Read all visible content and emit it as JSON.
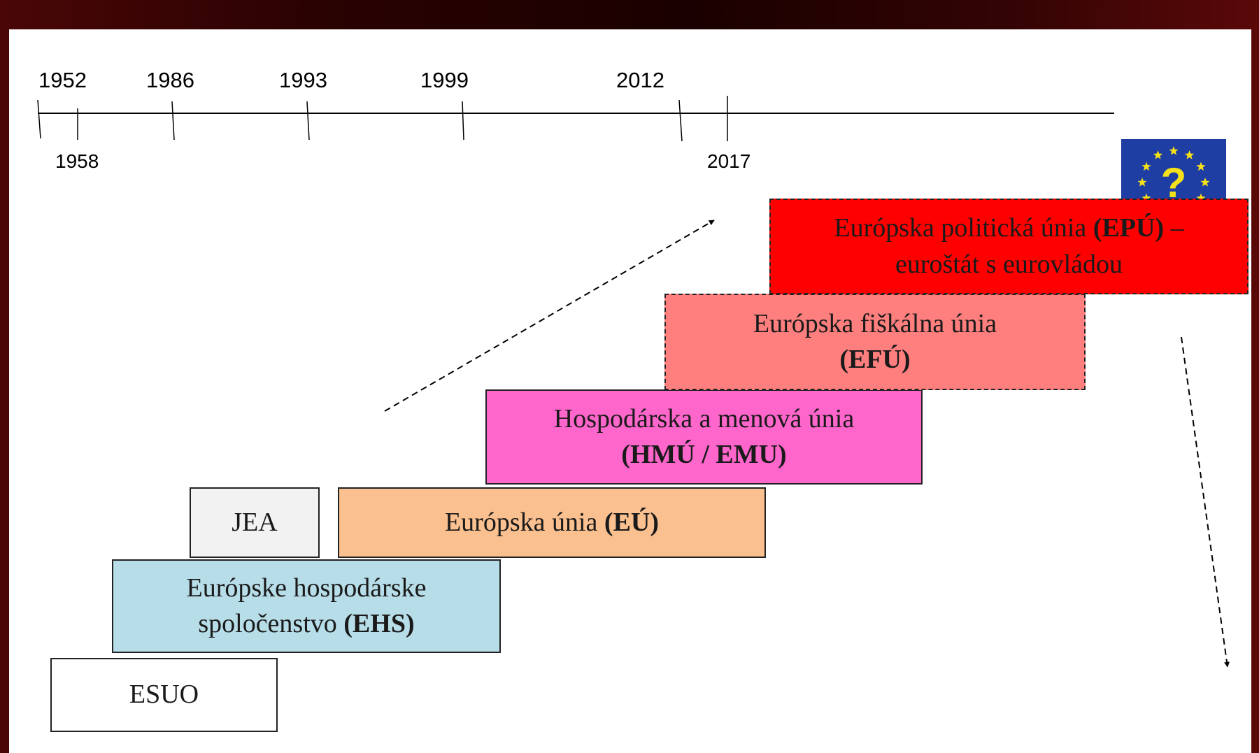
{
  "timeline": {
    "years_top": [
      "1952",
      "1986",
      "1993",
      "1999",
      "2012"
    ],
    "years_bottom": [
      "1958",
      "2017"
    ]
  },
  "flag": {
    "symbol": "?",
    "colors": {
      "field": "#1f3ea3",
      "stars": "#f5e11a"
    }
  },
  "stages": {
    "esuo": {
      "label": "ESUO",
      "fill": "#ffffff"
    },
    "ehs": {
      "line1": "Európske hospodárske",
      "line2_text": "spoločenstvo ",
      "line2_bold": "(EHS)",
      "fill": "#b7dde8"
    },
    "jea": {
      "label": "JEA",
      "fill": "#f2f2f2"
    },
    "eu": {
      "text": "Európska únia ",
      "bold": "(EÚ)",
      "fill": "#fac090"
    },
    "hmu": {
      "line1": "Hospodárska a menová únia",
      "line2_bold": "(HMÚ / EMU)",
      "fill": "#ff66cc"
    },
    "efu": {
      "line1": "Európska fiškálna únia",
      "line2_bold": "(EFÚ)",
      "fill": "#ff7f7f"
    },
    "epu": {
      "line1_text": "Európska politická únia ",
      "line1_bold": "(EPÚ)",
      "line1_tail": " –",
      "line2": "euroštát s eurovládou",
      "fill": "#ff0000"
    }
  }
}
